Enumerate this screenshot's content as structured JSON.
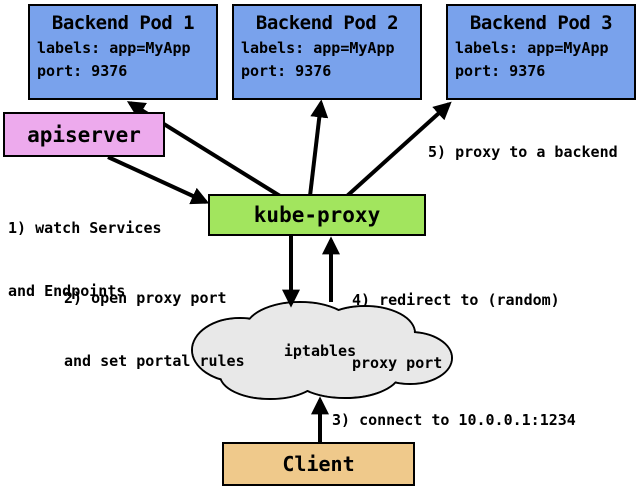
{
  "pods": [
    {
      "title": "Backend Pod 1",
      "labels_line": "labels: app=MyApp",
      "port_line": "port: 9376"
    },
    {
      "title": "Backend Pod 2",
      "labels_line": "labels: app=MyApp",
      "port_line": "port: 9376"
    },
    {
      "title": "Backend Pod 3",
      "labels_line": "labels: app=MyApp",
      "port_line": "port: 9376"
    }
  ],
  "nodes": {
    "apiserver": "apiserver",
    "kube_proxy": "kube-proxy",
    "iptables": "iptables",
    "client": "Client"
  },
  "annotations": {
    "step1": [
      "1) watch Services",
      "and Endpoints"
    ],
    "step2": [
      "2) open proxy port",
      "and set portal rules"
    ],
    "step3": "3) connect to 10.0.0.1:1234",
    "step4": [
      "4) redirect to (random)",
      "proxy port"
    ],
    "step5": "5) proxy to a backend"
  },
  "colors": {
    "pod_fill": "#79a2ec",
    "apiserver_fill": "#edaaed",
    "kube_proxy_fill": "#a2e55e",
    "client_fill": "#efc98b",
    "cloud_fill": "#e8e8e8",
    "line": "#000000"
  }
}
